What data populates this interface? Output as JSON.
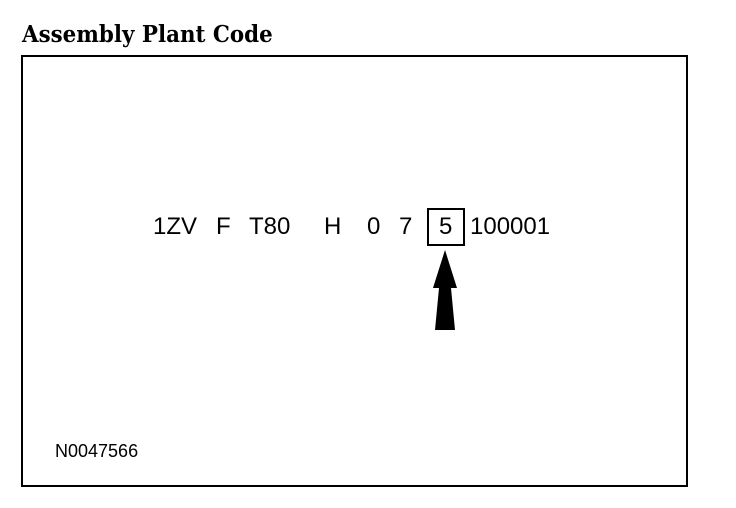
{
  "title": "Assembly Plant Code",
  "vin": {
    "wmi": "1ZV",
    "restraint": "F",
    "line_series_body": "T80",
    "engine": "H",
    "check_digit": "0",
    "model_year": "7",
    "assembly_plant": "5",
    "serial": "100001"
  },
  "figure_id": "N0047566",
  "colors": {
    "ink": "#000000",
    "background": "#ffffff"
  },
  "icons": {
    "pointer": "arrow-up-icon"
  }
}
